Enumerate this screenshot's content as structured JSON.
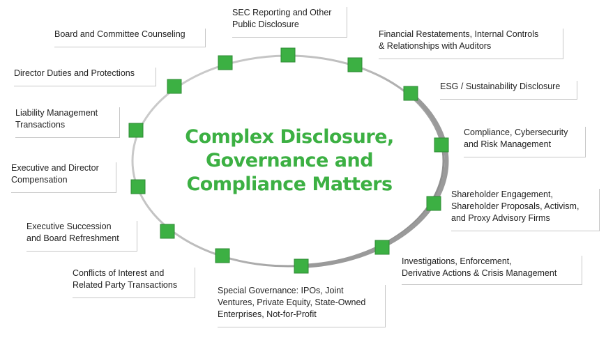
{
  "diagram": {
    "title": "Complex Disclosure,\nGovernance and\nCompliance Matters",
    "accent_color": "#3cb043",
    "ring_color": "#a8a8a8",
    "topics": [
      {
        "label": "SEC Reporting and Other\nPublic Disclosure"
      },
      {
        "label": "Financial Restatements, Internal Controls\n& Relationships with Auditors"
      },
      {
        "label": "ESG / Sustainability Disclosure"
      },
      {
        "label": "Compliance, Cybersecurity\nand Risk Management"
      },
      {
        "label": "Shareholder Engagement,\nShareholder Proposals, Activism,\nand Proxy Advisory Firms"
      },
      {
        "label": "Investigations, Enforcement,\nDerivative Actions & Crisis Management"
      },
      {
        "label": "Special Governance: IPOs, Joint\nVentures, Private Equity, State-Owned\nEnterprises, Not-for-Profit"
      },
      {
        "label": "Conflicts of Interest and\nRelated Party Transactions"
      },
      {
        "label": "Executive Succession\nand Board Refreshment"
      },
      {
        "label": "Executive and Director\nCompensation"
      },
      {
        "label": "Liability Management\nTransactions"
      },
      {
        "label": "Director Duties and Protections"
      },
      {
        "label": "Board and Committee Counseling"
      }
    ]
  }
}
